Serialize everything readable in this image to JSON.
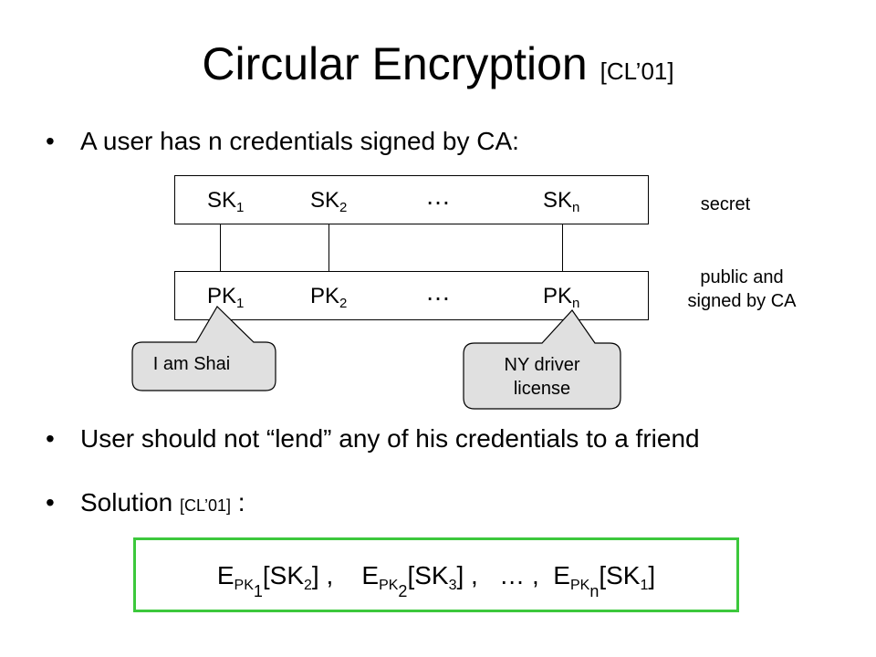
{
  "title": {
    "main": "Circular Encryption",
    "ref": "[CL’01]"
  },
  "bullets": [
    {
      "marker": "•",
      "text": "A user has  n  credentials signed by CA:"
    },
    {
      "marker": "•",
      "text": "User should not “lend” any of his credentials to a friend"
    },
    {
      "marker": "•",
      "text": "Solution ",
      "ref": "[CL’01]",
      "suffix": " :"
    }
  ],
  "secret_keys": [
    {
      "base": "SK",
      "sub": "1"
    },
    {
      "base": "SK",
      "sub": "2"
    },
    {
      "base": "SK",
      "sub": "n"
    }
  ],
  "public_keys": [
    {
      "base": "PK",
      "sub": "1"
    },
    {
      "base": "PK",
      "sub": "2"
    },
    {
      "base": "PK",
      "sub": "n"
    }
  ],
  "ellipsis": "…",
  "labels": {
    "secret": "secret",
    "public_line1": "public and",
    "public_line2": "signed by CA"
  },
  "callouts": {
    "shai": "I am Shai",
    "license_line1": "NY driver",
    "license_line2": "license"
  },
  "formula": {
    "e": "E",
    "pk": "PK",
    "t1_sub": "1",
    "t1_arg": "[SK",
    "t1_argsub": "2",
    "t1_close": "]",
    "t2_sub": "2",
    "t2_arg": "[SK",
    "t2_argsub": "3",
    "t2_close": "]",
    "t3_sub": "n",
    "t3_arg": "[SK",
    "t3_argsub": "1",
    "t3_close": "]",
    "sep": " ,    ",
    "middle": " ,   … ,  "
  },
  "colors": {
    "solution_border": "#3cc83c",
    "callout_fill": "#e0e0e0"
  }
}
